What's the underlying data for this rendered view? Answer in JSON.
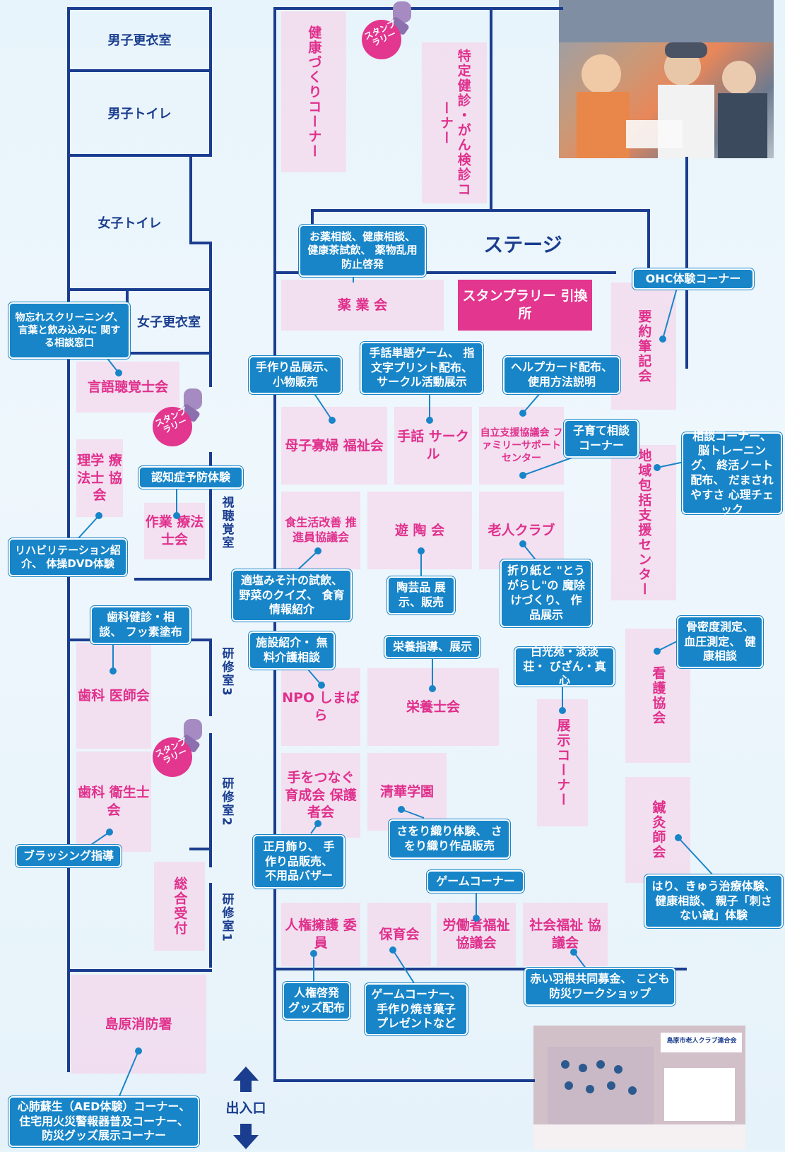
{
  "rooms": {
    "mens_changing": "男子更衣室",
    "mens_toilet": "男子トイレ",
    "womens_toilet": "女子トイレ",
    "womens_changing": "女子更衣室",
    "av_room": "視聴覚室",
    "training3": "研修室3",
    "training2": "研修室2",
    "training1": "研修室1",
    "stage": "ステージ",
    "entrance": "出入口"
  },
  "booths": {
    "kenko": "健康づくりコーナー",
    "tokutei": "特定健診・がん検診コーナー",
    "yakugyo": "薬 業 会",
    "stamp_exchange": "スタンプラリー 引換所",
    "yoyaku": "要約筆記会",
    "gengo": "言語聴覚士会",
    "boshi": "母子寡婦 福祉会",
    "shuwa": "手話 サークル",
    "jiritsu": "自立支援協議会 ファミリーサポート センター",
    "chiiki": "地域包括支援センター",
    "rigaku": "理学 療法士 協会",
    "sagyo": "作業 療法士会",
    "shokuseikatsu": "食生活改善 推進員協議会",
    "yuto": "遊 陶 会",
    "rojin": "老人クラブ",
    "kango": "看護協会",
    "shika_ishi": "歯科 医師会",
    "npo": "NPO しまばら",
    "eiyo": "栄養士会",
    "tenji": "展示コーナー",
    "shika_eisei": "歯科 衛生士会",
    "te_tsunagu": "手をつなぐ 育成会 保護者会",
    "seika": "清華学園",
    "shinkyu": "鍼灸師会",
    "sogo": "総合受付",
    "jinken": "人権擁護 委員",
    "hoiku": "保育会",
    "rodo": "労働者福祉 協議会",
    "shakai": "社会福祉 協議会",
    "shobo": "島原消防署"
  },
  "callouts": {
    "okusuri": "お薬相談、健康相談、 健康茶試飲、 薬物乱用防止啓発",
    "ohc": "OHC体験コーナー",
    "monowasure": "物忘れスクリーニング、 言葉と飲み込みに 関する相談窓口",
    "tezukuri": "手作り品展示、 小物販売",
    "shuwa_game": "手話単語ゲーム、 指文字プリント配布、 サークル活動展示",
    "help_card": "ヘルプカード配布、 使用方法説明",
    "kosodate": "子育て相談 コーナー",
    "soudan": "相談コーナー、 脳トレーニング、 終活ノート配布、 だまされやすさ 心理チェック",
    "ninchisho": "認知症予防体験",
    "rehab": "リハビリテーション紹介、 体操DVD体験",
    "misoshiru": "適塩みそ汁の試飲、 野菜のクイズ、 食育情報紹介",
    "togei": "陶芸品 展示、販売",
    "origami": "折り紙と \"とうがらし\"の 魔除けづくり、 作品展示",
    "shika_kenshin": "歯科健診・相談、 フッ素塗布",
    "shisetsu": "施設紹介・ 無料介護相談",
    "eiyo_shido": "栄養指導、展示",
    "hakkoen": "白光苑・淡淡荘・ びざん・真心",
    "kotsumitsudo": "骨密度測定、 血圧測定、 健康相談",
    "brushing": "ブラッシング指導",
    "shogatsu": "正月飾り、 手作り品販売、 不用品バザー",
    "saori": "さをり織り体験、 さをり織り作品販売",
    "game_corner": "ゲームコーナー",
    "hari": "はり、きゅう治療体験、 健康相談、 親子「刺さない鍼」体験",
    "jinken_goods": "人権啓発 グッズ配布",
    "game_yakigashi": "ゲームコーナー、 手作り焼き菓子 プレゼントなど",
    "akai_hane": "赤い羽根共同募金、 こども防災ワークショップ",
    "aed": "心肺蘇生（AED体験）コーナー、 住宅用火災警報器普及コーナー、 防災グッズ展示コーナー"
  },
  "stamp_rally": "スタンプ ラリー",
  "colors": {
    "wall": "#1a3d8f",
    "booth": "#f8cde8",
    "booth_text": "#e0308c",
    "callout": "#1785c8",
    "stamp_exchange": "#e2368f"
  },
  "photo_banner": "島原市老人クラブ連合会"
}
